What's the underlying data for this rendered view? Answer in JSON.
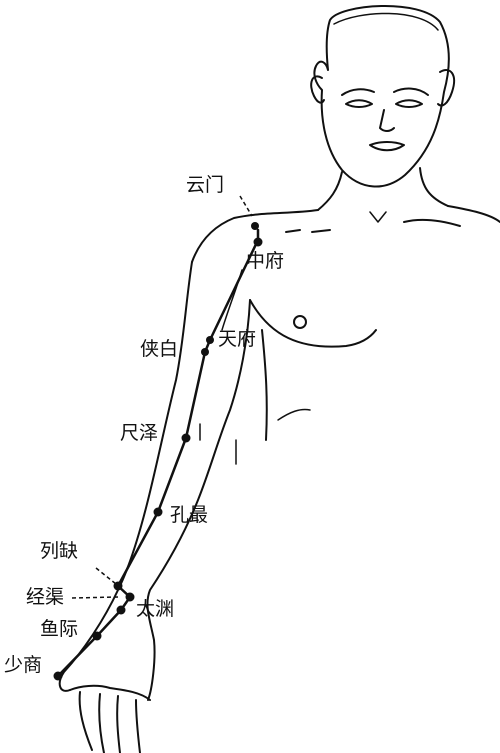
{
  "meridian": {
    "points": [
      {
        "id": "yunmen",
        "label": "云门"
      },
      {
        "id": "zhongfu",
        "label": "中府"
      },
      {
        "id": "tianfu",
        "label": "天府"
      },
      {
        "id": "xiabai",
        "label": "侠白"
      },
      {
        "id": "chize",
        "label": "尺泽"
      },
      {
        "id": "kongzui",
        "label": "孔最"
      },
      {
        "id": "lieque",
        "label": "列缺"
      },
      {
        "id": "jingqu",
        "label": "经渠"
      },
      {
        "id": "taiyuan",
        "label": "太渊"
      },
      {
        "id": "yuji",
        "label": "鱼际"
      },
      {
        "id": "shaoshang",
        "label": "少商"
      }
    ]
  },
  "colors": {
    "ink": "#111111",
    "paper": "#ffffff"
  }
}
